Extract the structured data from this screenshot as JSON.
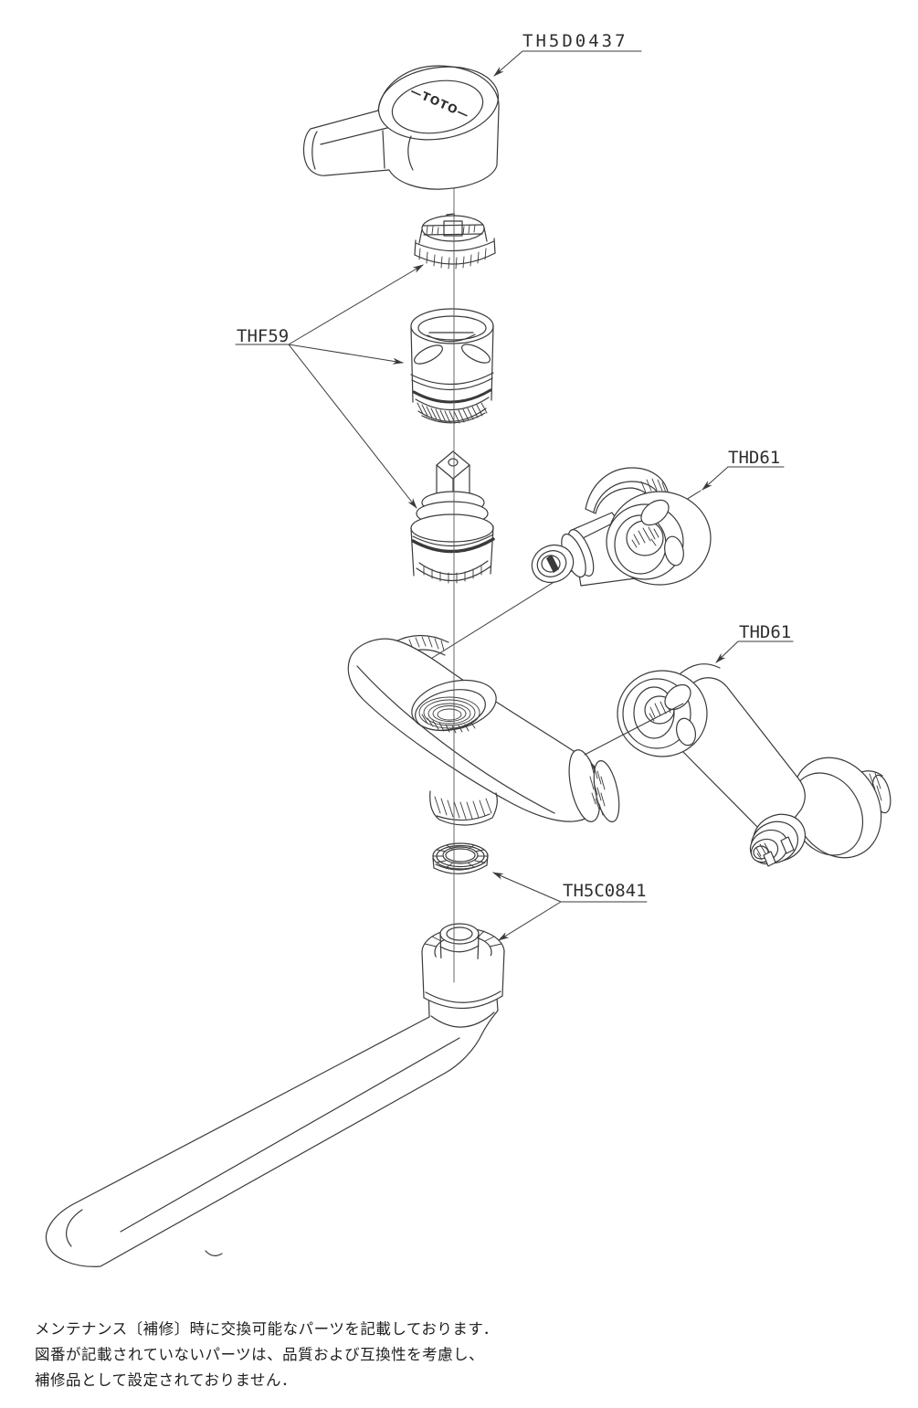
{
  "page": {
    "background": "#ffffff",
    "line_color": "#3a3a3a",
    "label_color": "#2f2f2f"
  },
  "callouts": {
    "handle": "TH5D0437",
    "valve_unit": "THF59",
    "crank_upper": "THD61",
    "crank_lower": "THD61",
    "spout_joint": "TH5C0841"
  },
  "handle_logo": "—TOTO—",
  "footnote": {
    "lines": [
      "メンテナンス〔補修〕時に交換可能なパーツを記載しております．",
      "図番が記載されていないパーツは、品質および互換性を考慮し、",
      "補修品として設定されておりません．"
    ]
  }
}
